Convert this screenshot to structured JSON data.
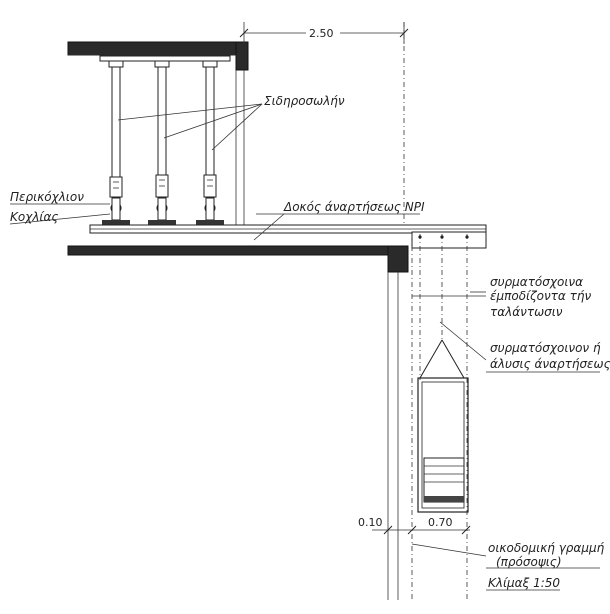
{
  "labels": {
    "sidirosolin": "Σιδηροσωλήν",
    "perikochlion": "Περικόχλιον",
    "kochlias": "Κοχλίας",
    "dokos": "Δοκός άναρτήσεως NPI",
    "syrmatoschoina_1": "συρματόσχοινα",
    "syrmatoschoina_2": "έμποδίζοντα τήν",
    "syrmatoschoina_3": "ταλάντωσιν",
    "syrmatoschoinon_1": "συρματόσχοινον ή",
    "syrmatoschoinon_2": "άλυσις άναρτήσεως",
    "oikodomiki_1": "οικοδομική γραμμή",
    "oikodomiki_2": "(πρόσοψις)",
    "scale": "Κλίμαξ 1:50"
  },
  "dimensions": {
    "top_width": "2.50",
    "left_gap": "0.10",
    "bucket_width": "0.70"
  }
}
